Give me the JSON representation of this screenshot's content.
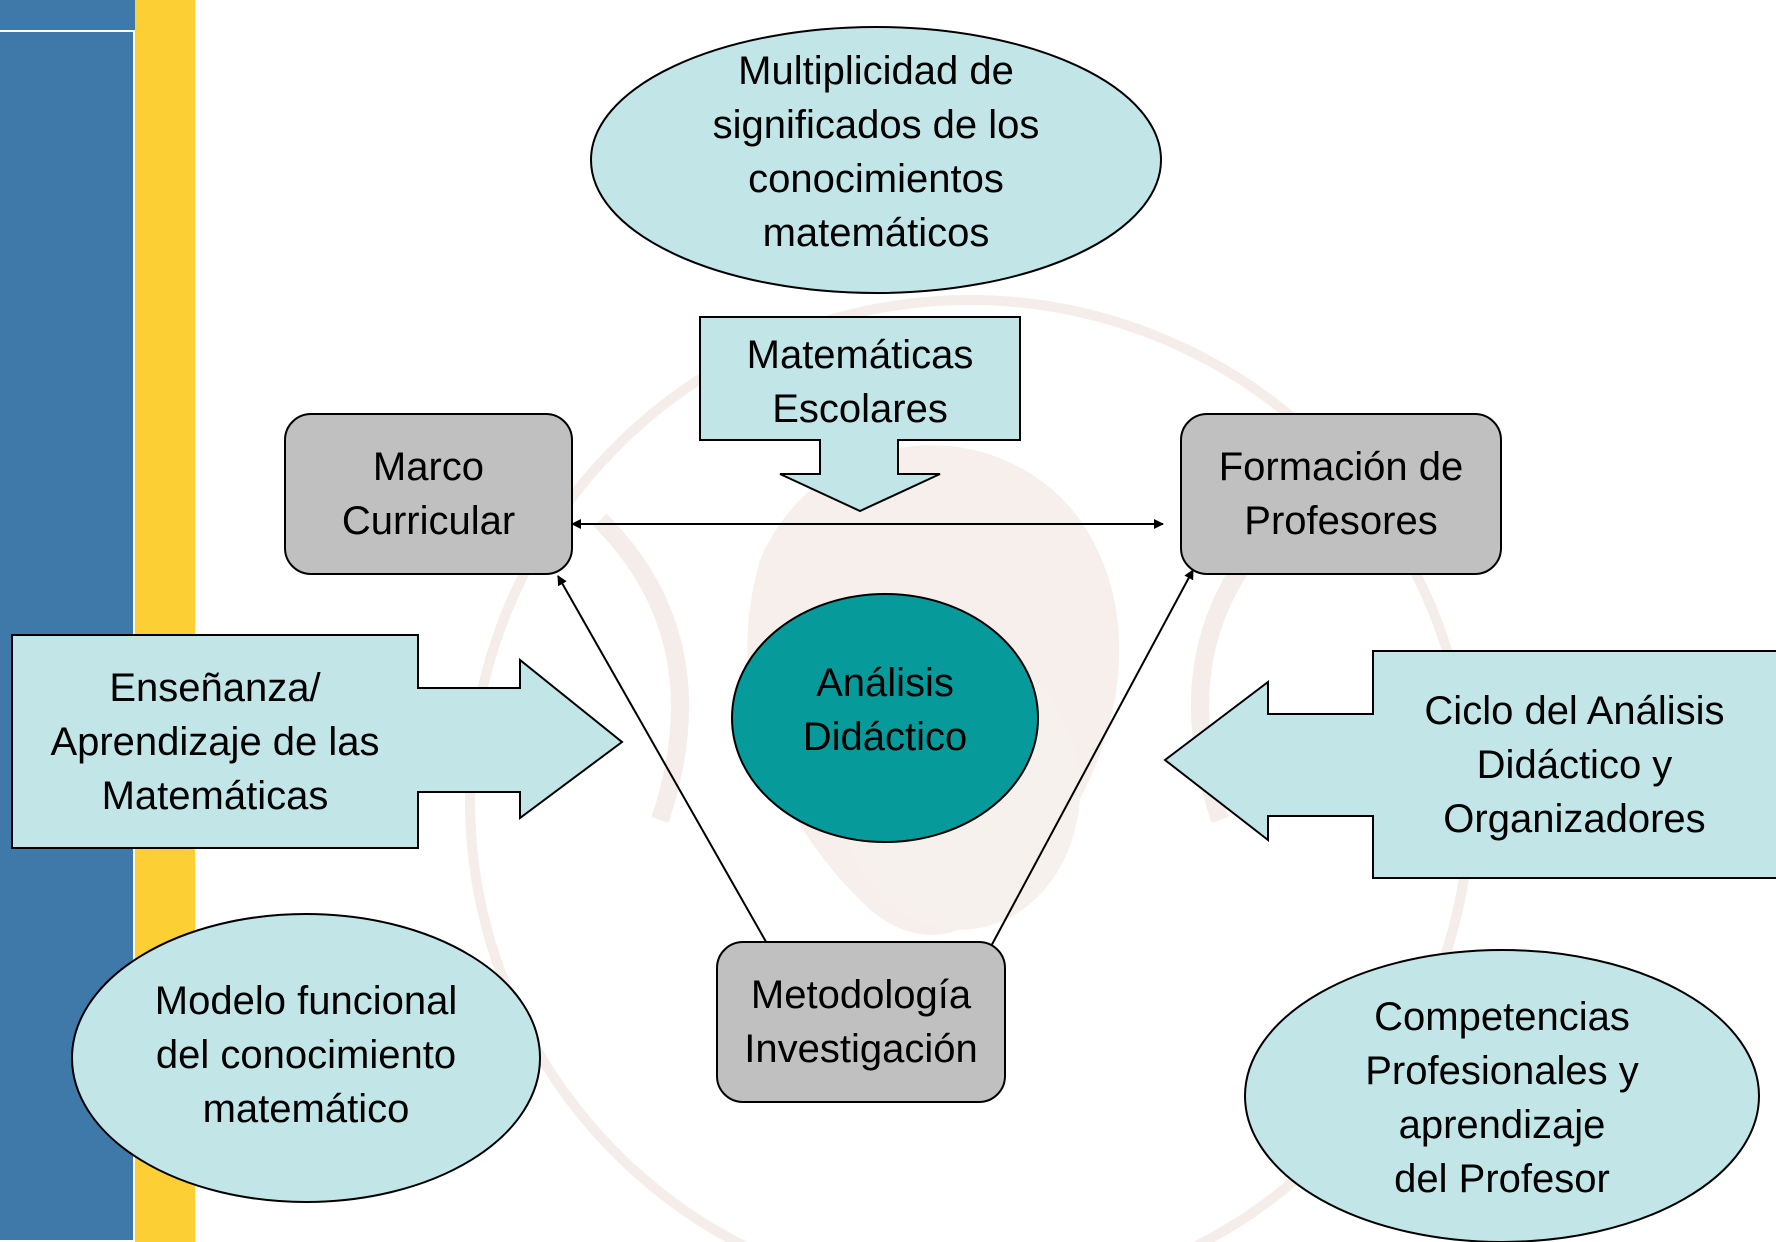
{
  "colors": {
    "sidebar_blue": "#3f79aa",
    "sidebar_gold": "#fccf35",
    "light_cyan": "#c2e5e7",
    "box_gray": "#c0c0c0",
    "teal": "#079a9b",
    "watermark": "#ead9d2"
  },
  "nodes": {
    "multiplicidad": [
      "Multiplicidad de",
      "significados de los",
      "conocimientos",
      "matemáticos"
    ],
    "matematicas_escolares": [
      "Matemáticas",
      "Escolares"
    ],
    "marco_curricular": [
      "Marco",
      "Curricular"
    ],
    "formacion_profesores": [
      "Formación de",
      "Profesores"
    ],
    "analisis_didactico": [
      "Análisis",
      "Didáctico"
    ],
    "ensenanza": [
      "Enseñanza/",
      "Aprendizaje de las",
      "Matemáticas"
    ],
    "ciclo": [
      "Ciclo del Análisis",
      "Didáctico y",
      "Organizadores"
    ],
    "metodologia": [
      "Metodología",
      "Investigación"
    ],
    "modelo": [
      "Modelo funcional",
      "del conocimiento",
      "matemático"
    ],
    "competencias": [
      "Competencias",
      "Profesionales y",
      "aprendizaje",
      "del Profesor"
    ]
  }
}
